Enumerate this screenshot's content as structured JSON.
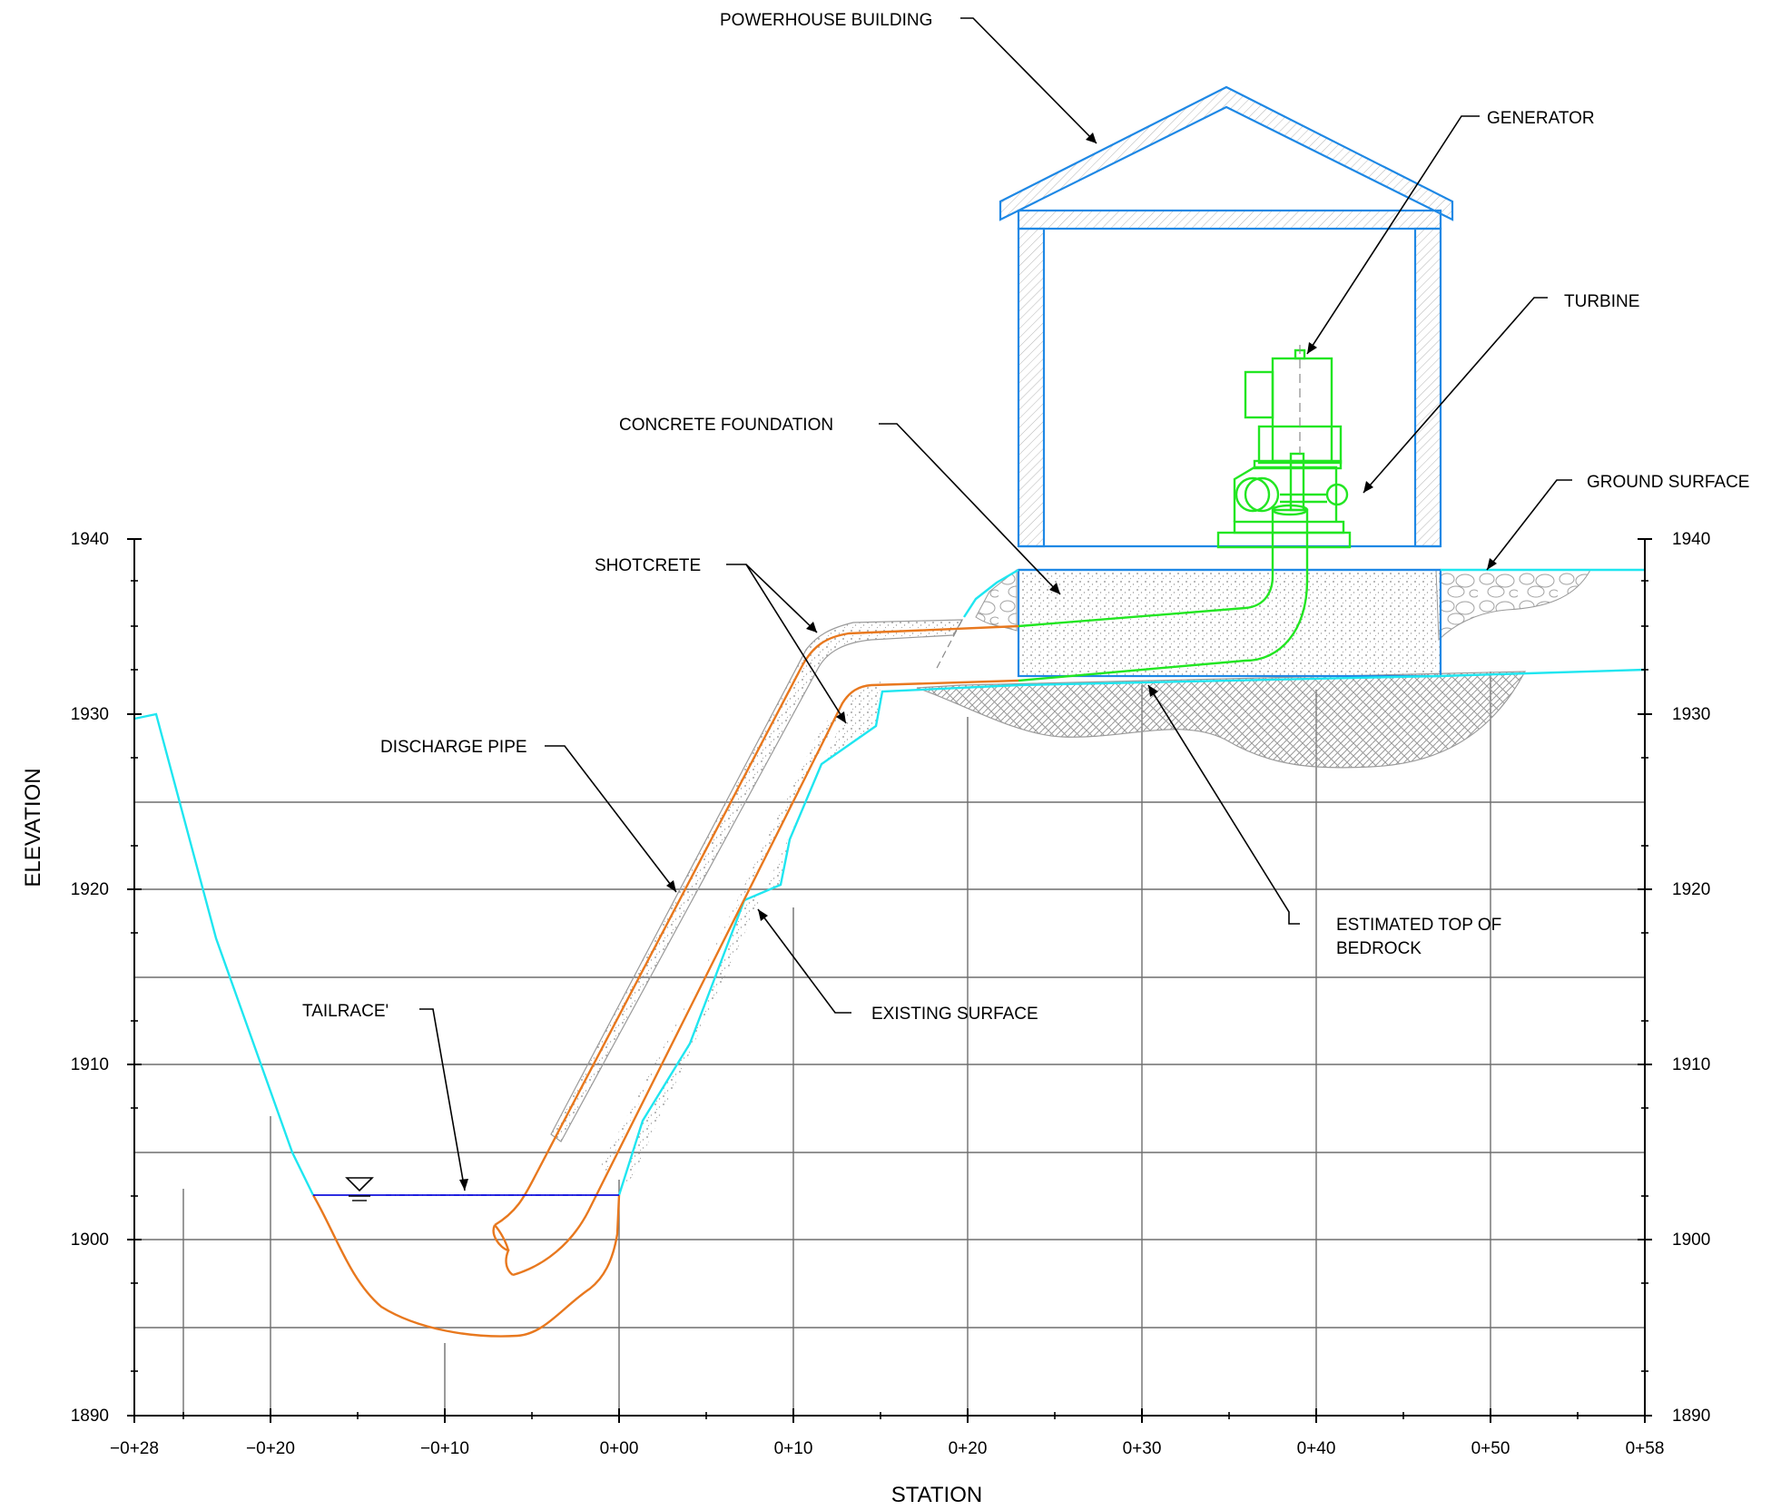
{
  "diagram": {
    "labels": {
      "powerhouse_building": "POWERHOUSE BUILDING",
      "generator": "GENERATOR",
      "turbine": "TURBINE",
      "concrete_foundation": "CONCRETE FOUNDATION",
      "ground_surface": "GROUND SURFACE",
      "shotcrete": "SHOTCRETE",
      "discharge_pipe": "DISCHARGE PIPE",
      "estimated_top_line1": "ESTIMATED TOP OF",
      "estimated_top_line2": "BEDROCK",
      "existing_surface": "EXISTING SURFACE",
      "tailrace": "TAILRACE'"
    },
    "axes": {
      "y_title": "ELEVATION",
      "x_title": "STATION",
      "y_ticks": [
        "1940",
        "1930",
        "1920",
        "1910",
        "1900",
        "1890"
      ],
      "x_ticks": [
        "−0+28",
        "−0+20",
        "−0+10",
        "0+00",
        "0+10",
        "0+20",
        "0+30",
        "0+40",
        "0+50",
        "0+58"
      ]
    },
    "colors": {
      "building": "#1e88e5",
      "equipment": "#22e622",
      "ground": "#1fe6f0",
      "pipe": "#e8781e",
      "water": "#1010dd",
      "grid": "#6e6e6e"
    }
  }
}
